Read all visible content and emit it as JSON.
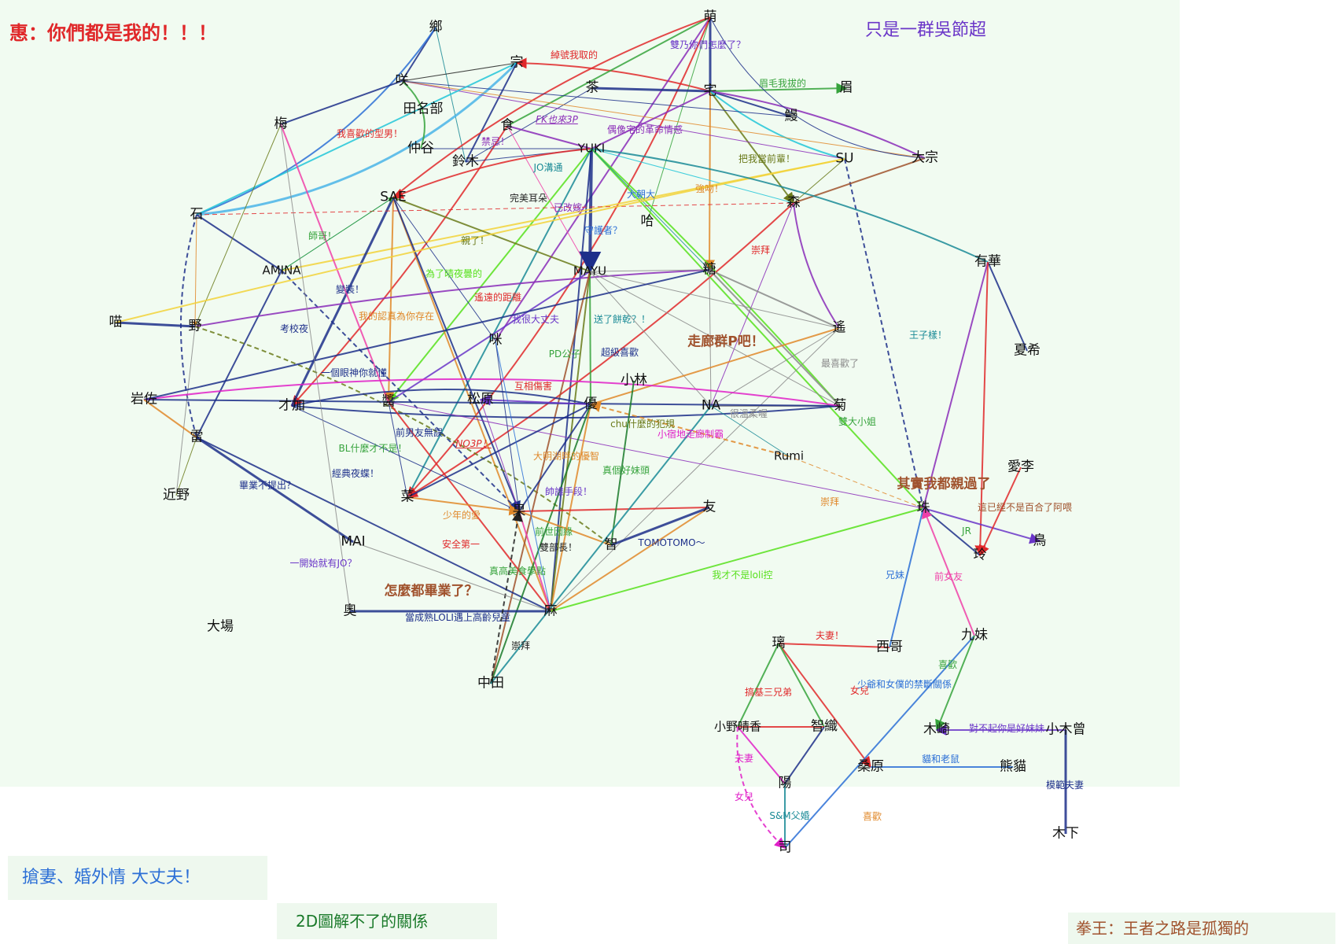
{
  "headings": {
    "top_left": "惠：你們都是我的！！！",
    "top_right": "只是一群吳節超",
    "bottom_left": "搶妻、婚外情 大丈夫！",
    "bottom_mid": "2D圖解不了的關係",
    "bottom_right": "拳王：王者之路是孤獨的"
  },
  "colors": {
    "red": "#e0282a",
    "blue": "#2c6fd6",
    "navy": "#1d2f8a",
    "green": "#36a33c",
    "lime": "#57e01c",
    "purple": "#8a2bb8",
    "violet": "#6a35c8",
    "orange": "#e0882a",
    "pink": "#f040a8",
    "magenta": "#e020c8",
    "cyan": "#22c5d8",
    "teal": "#1a8a96",
    "gray": "#8a8a8a",
    "olive": "#6a7a1a",
    "brown": "#a0522d",
    "yellow": "#f2d23a",
    "lightblue": "#4ab4e8",
    "darkgreen": "#1a7a2a",
    "black": "#222222"
  },
  "nodes": [
    {
      "id": "xiang",
      "label": "鄉"
    },
    {
      "id": "zong",
      "label": "宗"
    },
    {
      "id": "meng",
      "label": "萌"
    },
    {
      "id": "xiao",
      "label": "咲"
    },
    {
      "id": "tianmingbu",
      "label": "田名部"
    },
    {
      "id": "cha",
      "label": "茶"
    },
    {
      "id": "zhai",
      "label": "宅"
    },
    {
      "id": "mei",
      "label": "眉"
    },
    {
      "id": "bao",
      "label": "鰻"
    },
    {
      "id": "mei2",
      "label": "梅"
    },
    {
      "id": "shi",
      "label": "食"
    },
    {
      "id": "zhonggu",
      "label": "仲谷"
    },
    {
      "id": "lingmu",
      "label": "鈴木"
    },
    {
      "id": "yuki",
      "label": "YUKI"
    },
    {
      "id": "su",
      "label": "SU"
    },
    {
      "id": "dazong",
      "label": "大宗"
    },
    {
      "id": "sae",
      "label": "SAE"
    },
    {
      "id": "sen",
      "label": "森"
    },
    {
      "id": "shi2",
      "label": "石"
    },
    {
      "id": "ha",
      "label": "哈"
    },
    {
      "id": "amina",
      "label": "AMINA"
    },
    {
      "id": "mayu",
      "label": "MAYU"
    },
    {
      "id": "tang",
      "label": "糖"
    },
    {
      "id": "youhua",
      "label": "有華"
    },
    {
      "id": "miao",
      "label": "喵"
    },
    {
      "id": "ye",
      "label": "野"
    },
    {
      "id": "mi",
      "label": "咪"
    },
    {
      "id": "yao",
      "label": "遙"
    },
    {
      "id": "xiaxi",
      "label": "夏希"
    },
    {
      "id": "xiaolin",
      "label": "小林"
    },
    {
      "id": "yanzuo",
      "label": "岩佐"
    },
    {
      "id": "caijia",
      "label": "才加"
    },
    {
      "id": "jiang",
      "label": "醬"
    },
    {
      "id": "songyuan",
      "label": "松原"
    },
    {
      "id": "you",
      "label": "優"
    },
    {
      "id": "na",
      "label": "NA"
    },
    {
      "id": "ju",
      "label": "菊"
    },
    {
      "id": "lei",
      "label": "雷"
    },
    {
      "id": "rumi",
      "label": "Rumi"
    },
    {
      "id": "aili",
      "label": "愛李"
    },
    {
      "id": "jinye",
      "label": "近野"
    },
    {
      "id": "cai",
      "label": "菜"
    },
    {
      "id": "guo",
      "label": "果"
    },
    {
      "id": "you2",
      "label": "友"
    },
    {
      "id": "zhu",
      "label": "珠"
    },
    {
      "id": "niao",
      "label": "鳥"
    },
    {
      "id": "mai",
      "label": "MAI"
    },
    {
      "id": "zhi",
      "label": "智"
    },
    {
      "id": "ling",
      "label": "玲"
    },
    {
      "id": "ao",
      "label": "奧"
    },
    {
      "id": "ma",
      "label": "麻"
    },
    {
      "id": "dachang",
      "label": "大場"
    },
    {
      "id": "li",
      "label": "璃"
    },
    {
      "id": "xige",
      "label": "西哥"
    },
    {
      "id": "jiumei",
      "label": "九妹"
    },
    {
      "id": "zhongtian",
      "label": "中田"
    },
    {
      "id": "xiaoye",
      "label": "小野晴香"
    },
    {
      "id": "zhizhi",
      "label": "智織"
    },
    {
      "id": "muqi",
      "label": "木崎"
    },
    {
      "id": "xiaomuzeng",
      "label": "小木曾"
    },
    {
      "id": "yang",
      "label": "陽"
    },
    {
      "id": "sangyuan",
      "label": "桑原"
    },
    {
      "id": "xiongmao",
      "label": "熊貓"
    },
    {
      "id": "si",
      "label": "司"
    },
    {
      "id": "muxia",
      "label": "木下"
    }
  ],
  "edge_notes": [
    {
      "text": "綽號我取的",
      "color": "red"
    },
    {
      "text": "雙乃你們怎麼了？",
      "color": "violet"
    },
    {
      "text": "眉毛我拔的",
      "color": "green"
    },
    {
      "text": "我喜歡的型男！",
      "color": "red"
    },
    {
      "text": "FK也來3P",
      "color": "purple",
      "style": "em"
    },
    {
      "text": "偶像宅的革命情感",
      "color": "purple"
    },
    {
      "text": "禁忌！",
      "color": "purple"
    },
    {
      "text": "把我當前輩！",
      "color": "olive"
    },
    {
      "text": "JO溝通",
      "color": "teal"
    },
    {
      "text": "強吻！",
      "color": "orange"
    },
    {
      "text": "完美耳朵",
      "color": "black"
    },
    {
      "text": "已改嫁",
      "color": "purple"
    },
    {
      "text": "大朝大",
      "color": "blue"
    },
    {
      "text": "師哥！",
      "color": "green"
    },
    {
      "text": "親了！",
      "color": "olive"
    },
    {
      "text": "守護者？",
      "color": "blue"
    },
    {
      "text": "崇拜",
      "color": "red"
    },
    {
      "text": "為了晴夜曇的",
      "color": "lime"
    },
    {
      "text": "變裝！",
      "color": "navy"
    },
    {
      "text": "遙遠的距離",
      "color": "red"
    },
    {
      "text": "我的認真為你存在",
      "color": "orange"
    },
    {
      "text": "考校夜",
      "color": "navy"
    },
    {
      "text": "我很大丈夫",
      "color": "violet"
    },
    {
      "text": "送了餅乾？！",
      "color": "teal"
    },
    {
      "text": "走廊群P吧！",
      "color": "brown",
      "style": "big"
    },
    {
      "text": "PD公子",
      "color": "green"
    },
    {
      "text": "超級喜歡",
      "color": "navy"
    },
    {
      "text": "王子樣！",
      "color": "teal"
    },
    {
      "text": "最喜歡了",
      "color": "gray"
    },
    {
      "text": "一個眼神你就懂",
      "color": "navy"
    },
    {
      "text": "互相傷害",
      "color": "red"
    },
    {
      "text": "很溫柔喔",
      "color": "gray"
    },
    {
      "text": "chu什麼的犯規",
      "color": "olive"
    },
    {
      "text": "雙大小姐",
      "color": "green"
    },
    {
      "text": "前男友無誤",
      "color": "navy"
    },
    {
      "text": "NO3P！",
      "color": "red",
      "style": "em"
    },
    {
      "text": "小宿地走廊制霸",
      "color": "magenta"
    },
    {
      "text": "BL什麼才不是！",
      "color": "green"
    },
    {
      "text": "大明湖畔的優智",
      "color": "orange"
    },
    {
      "text": "經典夜蝶！",
      "color": "navy"
    },
    {
      "text": "真個好妹頭",
      "color": "green"
    },
    {
      "text": "其實我都親過了",
      "color": "brown",
      "style": "big"
    },
    {
      "text": "帥誰手段！",
      "color": "violet"
    },
    {
      "text": "畢業不提出？",
      "color": "navy"
    },
    {
      "text": "少年的愛",
      "color": "orange"
    },
    {
      "text": "崇拜",
      "color": "orange"
    },
    {
      "text": "這已經不是百合了阿喂",
      "color": "brown"
    },
    {
      "text": "前世因緣",
      "color": "green"
    },
    {
      "text": "JR",
      "color": "green"
    },
    {
      "text": "安全第一",
      "color": "red"
    },
    {
      "text": "雙部長！",
      "color": "black"
    },
    {
      "text": "TOMOTOMO～",
      "color": "navy"
    },
    {
      "text": "一開始就有JO？",
      "color": "violet"
    },
    {
      "text": "真高美食學點",
      "color": "green"
    },
    {
      "text": "我才不是loli控",
      "color": "lime"
    },
    {
      "text": "兄妹",
      "color": "blue"
    },
    {
      "text": "前女友",
      "color": "pink"
    },
    {
      "text": "怎麼都畢業了？",
      "color": "brown",
      "style": "big"
    },
    {
      "text": "當成熟LOLI遇上高齡兒童",
      "color": "navy"
    },
    {
      "text": "夫妻！",
      "color": "red"
    },
    {
      "text": "崇拜",
      "color": "black"
    },
    {
      "text": "搞基三兄弟",
      "color": "red"
    },
    {
      "text": "女兒",
      "color": "red"
    },
    {
      "text": "少爺和女僕的禁斷關係",
      "color": "blue"
    },
    {
      "text": "喜歡",
      "color": "green"
    },
    {
      "text": "對不起你是好妹妹",
      "color": "violet"
    },
    {
      "text": "夫妻",
      "color": "magenta"
    },
    {
      "text": "女兒",
      "color": "magenta"
    },
    {
      "text": "貓和老鼠",
      "color": "blue"
    },
    {
      "text": "模範夫妻",
      "color": "navy"
    },
    {
      "text": "S&M父婚",
      "color": "teal"
    },
    {
      "text": "喜歡",
      "color": "orange"
    }
  ]
}
